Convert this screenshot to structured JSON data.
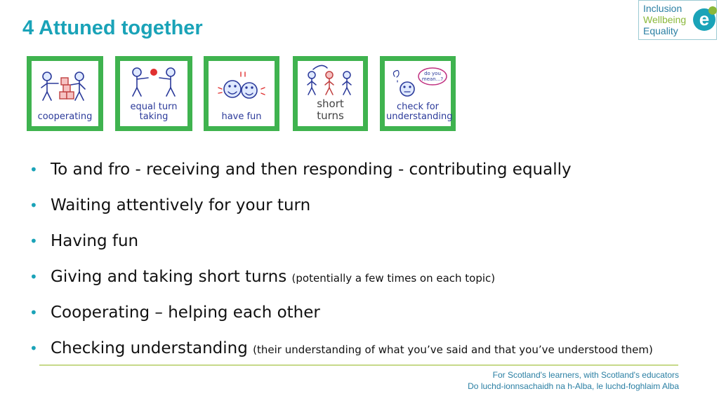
{
  "slide": {
    "title": "4 Attuned together"
  },
  "logo": {
    "line1": "Inclusion",
    "line2": "Wellbeing",
    "line3": "Equality",
    "badge": "e"
  },
  "cards": [
    {
      "label": "cooperating"
    },
    {
      "label": "equal turn taking"
    },
    {
      "label": "have fun"
    },
    {
      "label": "short turns"
    },
    {
      "label": "check for understanding",
      "bubble": "do you mean...?"
    }
  ],
  "bullets": [
    {
      "text": "To and fro - receiving and then responding - contributing equally",
      "note": ""
    },
    {
      "text": "Waiting attentively for your turn",
      "note": ""
    },
    {
      "text": "Having fun",
      "note": ""
    },
    {
      "text": "Giving and taking short turns",
      "note": "(potentially a few times on each topic)"
    },
    {
      "text": "Cooperating – helping each other",
      "note": ""
    },
    {
      "text": "Checking understanding",
      "note": "(their understanding of what you’ve said and that you’ve understood them)"
    }
  ],
  "bullet_glyph": "•",
  "footer": {
    "line1": "For Scotland's learners, with Scotland's educators",
    "line2": "Do luchd-ionnsachaidh na h-Alba, le luchd-foghlaim Alba"
  },
  "colors": {
    "title": "#1aa3b8",
    "card_border": "#3fb34f",
    "symbol_ink": "#2b3a9a",
    "bullet": "#1aa3b8",
    "rule": "#c7d98a",
    "footer": "#2a7fa3"
  }
}
